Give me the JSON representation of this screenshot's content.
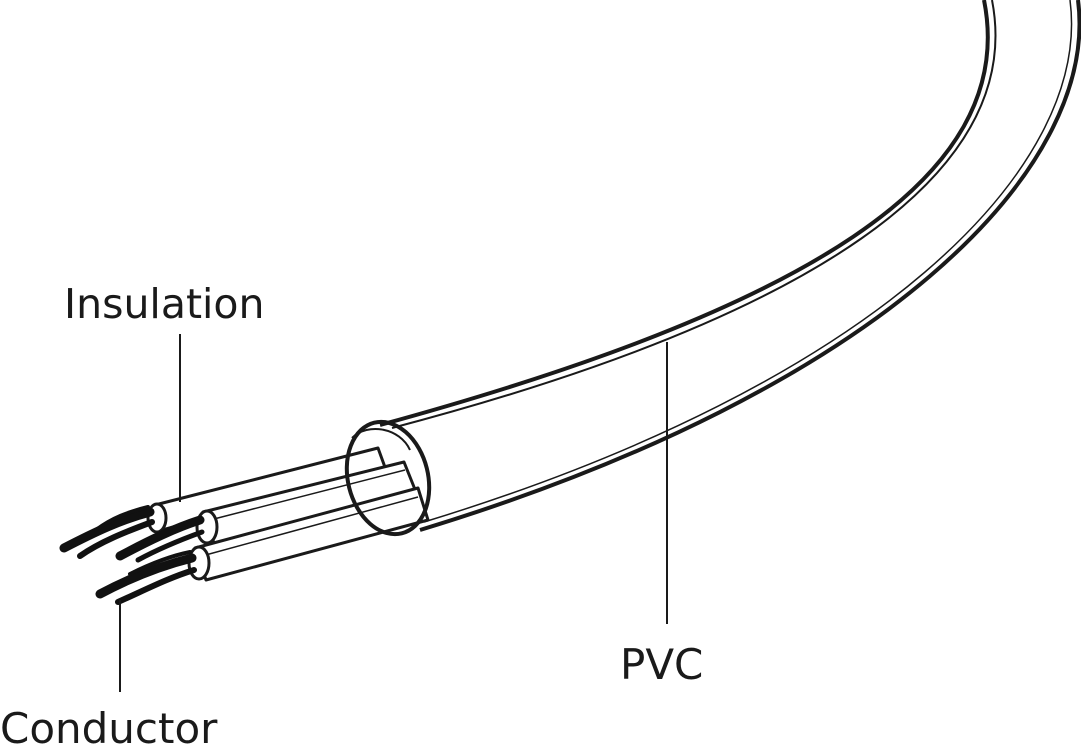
{
  "labels": {
    "insulation": "Insulation",
    "pvc": "PVC",
    "conductor": "Conductor"
  },
  "colors": {
    "line": "#1a1a1a",
    "fill": "#ffffff",
    "strand": "#111111"
  }
}
